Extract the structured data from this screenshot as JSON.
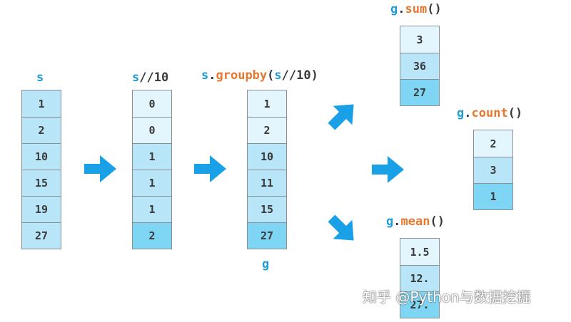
{
  "labels": {
    "s": {
      "var": "s"
    },
    "s_div": {
      "var": "s",
      "op": "//10"
    },
    "groupby": {
      "var": "s",
      "dot": ".",
      "fn": "groupby",
      "open": "(",
      "arg_var": "s",
      "arg_op": "//10",
      "close": ")"
    },
    "g": {
      "var": "g"
    },
    "sum": {
      "var": "g",
      "dot": ".",
      "fn": "sum",
      "parens": "()"
    },
    "count": {
      "var": "g",
      "dot": ".",
      "fn": "count",
      "parens": "()"
    },
    "mean": {
      "var": "g",
      "dot": ".",
      "fn": "mean",
      "parens": "()"
    }
  },
  "columns": {
    "s": [
      "1",
      "2",
      "10",
      "15",
      "19",
      "27"
    ],
    "s_div": [
      "0",
      "0",
      "1",
      "1",
      "1",
      "2"
    ],
    "groupby": [
      "1",
      "2",
      "10",
      "11",
      "15",
      "27"
    ],
    "sum": [
      "3",
      "36",
      "27"
    ],
    "count": [
      "2",
      "3",
      "1"
    ],
    "mean": [
      "1.5",
      "12.",
      "27."
    ]
  },
  "colors": {
    "var": "#1f9ad6",
    "fn": "#e8772e",
    "arrow": "#1aa0e6",
    "group0": "#e3f6fd",
    "group1": "#b8e6f8",
    "group2": "#7ed6f4"
  },
  "watermark": "知乎 @Python与数据挖掘"
}
